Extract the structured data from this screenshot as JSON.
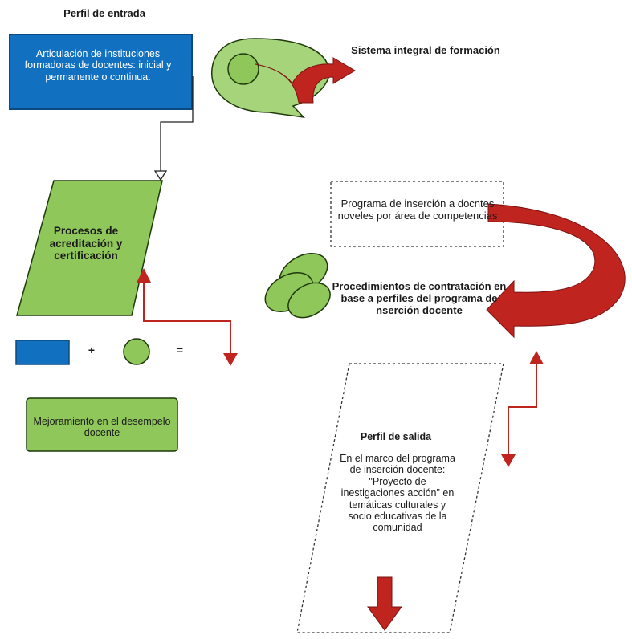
{
  "diagram": {
    "entry_title": "Perfil de entrada",
    "blue_box_text": "Articulación de instituciones formadoras de docentes: inicial y permanente o continua.",
    "system_title": "Sistema integral de formación",
    "process_text": "Procesos de acreditación y certificación",
    "program_text": "Programa de inserción a docntes noveles por área de competencias",
    "procedures_text": "Procedimientos de contratación en base a perfiles del programa de nserción docente",
    "plus_symbol": "+",
    "equals_symbol": "=",
    "improvement_text": "Mejoramiento en el desempelo docente",
    "exit_title": "Perfil de salida",
    "exit_text": "En el marco del programa de inserción docente: \"Proyecto de inestigaciones acción\" en temáticas culturales y socio educativas de la comunidad"
  },
  "colors": {
    "blue": "#1170c0",
    "green": "#8fc75a",
    "light_green": "#b9df8c",
    "red": "#c0241f",
    "dark_red": "#7a1212",
    "line": "#222222"
  }
}
